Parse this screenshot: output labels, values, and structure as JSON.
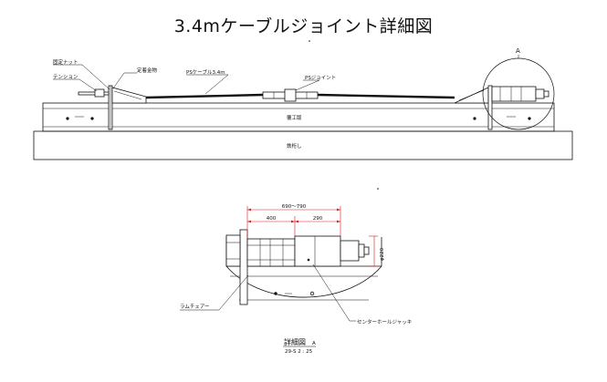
{
  "title": "3.4mケーブルジョイント詳細図",
  "labels": {
    "fixing_nut": "固定ナット",
    "tension": "テンション",
    "fixing_bracket": "定着金物",
    "ps_cable": "PSケーブル3.4m",
    "ps_joint": "PSジョイント",
    "detail_mark": "A",
    "beam_upper": "覆工版",
    "beam_lower": "鉄桁し",
    "ram_chair": "ラムチェアー",
    "center_hole_jack": "センターホールジャッキ"
  },
  "dimensions": {
    "total": "690～790",
    "left": "400",
    "right": "290",
    "diameter": "φ220"
  },
  "detail": {
    "caption": "詳細図",
    "caption_suffix": "A",
    "scale": "29-S 2 : 25"
  },
  "colors": {
    "line": "#111111",
    "dimension": "#d62020",
    "background": "#ffffff"
  }
}
